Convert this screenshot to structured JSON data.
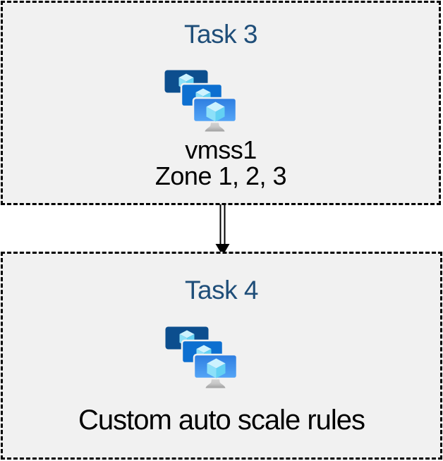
{
  "page": {
    "background": "#ffffff"
  },
  "diagram": {
    "box_fill": "#f1f1f1",
    "box_border_color": "#000000",
    "title_color": "#1f4e79",
    "label_color": "#000000",
    "tasks": [
      {
        "title": "Task 3",
        "icon": "vmss-icon",
        "labels": [
          "vmss1",
          "Zone 1, 2, 3"
        ]
      },
      {
        "title": "Task 4",
        "icon": "vmss-icon",
        "labels": [
          "Custom auto scale rules"
        ]
      }
    ],
    "connector": {
      "type": "double-line-arrow",
      "direction": "down",
      "color": "#000000"
    },
    "icon_colors": {
      "monitor_back": "#0c4e8e",
      "monitor_middle": "#0d6fd0",
      "monitor_front_top": "#2d7de0",
      "monitor_front_bottom": "#55a6f7",
      "cube_top": "#cdf2fe",
      "cube_left": "#8ce0f9",
      "cube_right": "#63d1f3",
      "stand_light": "#d9d9d9",
      "stand_dark": "#a0a0a0"
    }
  }
}
